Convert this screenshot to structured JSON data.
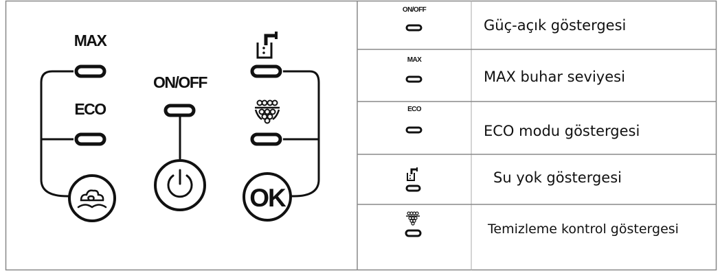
{
  "panel": {
    "labels": {
      "max": "MAX",
      "eco": "ECO",
      "on_off": "ON/OFF",
      "ok": "OK"
    },
    "icons": {
      "left_button": "steam-cloud-icon",
      "center_button": "power-icon",
      "right_button": "ok-button",
      "right_top": "water-tap-icon",
      "right_middle": "grapes-descale-icon"
    }
  },
  "legend": {
    "rows": [
      {
        "symbol_label": "ON/OFF",
        "icon": "led-indicator-icon",
        "description": "Güç-açık göstergesi"
      },
      {
        "symbol_label": "MAX",
        "icon": "led-indicator-icon",
        "description": "MAX buhar seviyesi"
      },
      {
        "symbol_label": "ECO",
        "icon": "led-indicator-icon",
        "description": "ECO modu göstergesi"
      },
      {
        "symbol_label": "",
        "icon": "water-tap-icon",
        "description": "Su yok göstergesi"
      },
      {
        "symbol_label": "",
        "icon": "grapes-descale-icon",
        "description": "Temizleme kontrol göstergesi"
      }
    ]
  },
  "colors": {
    "ink": "#111111",
    "border": "#888888",
    "background": "#ffffff"
  }
}
